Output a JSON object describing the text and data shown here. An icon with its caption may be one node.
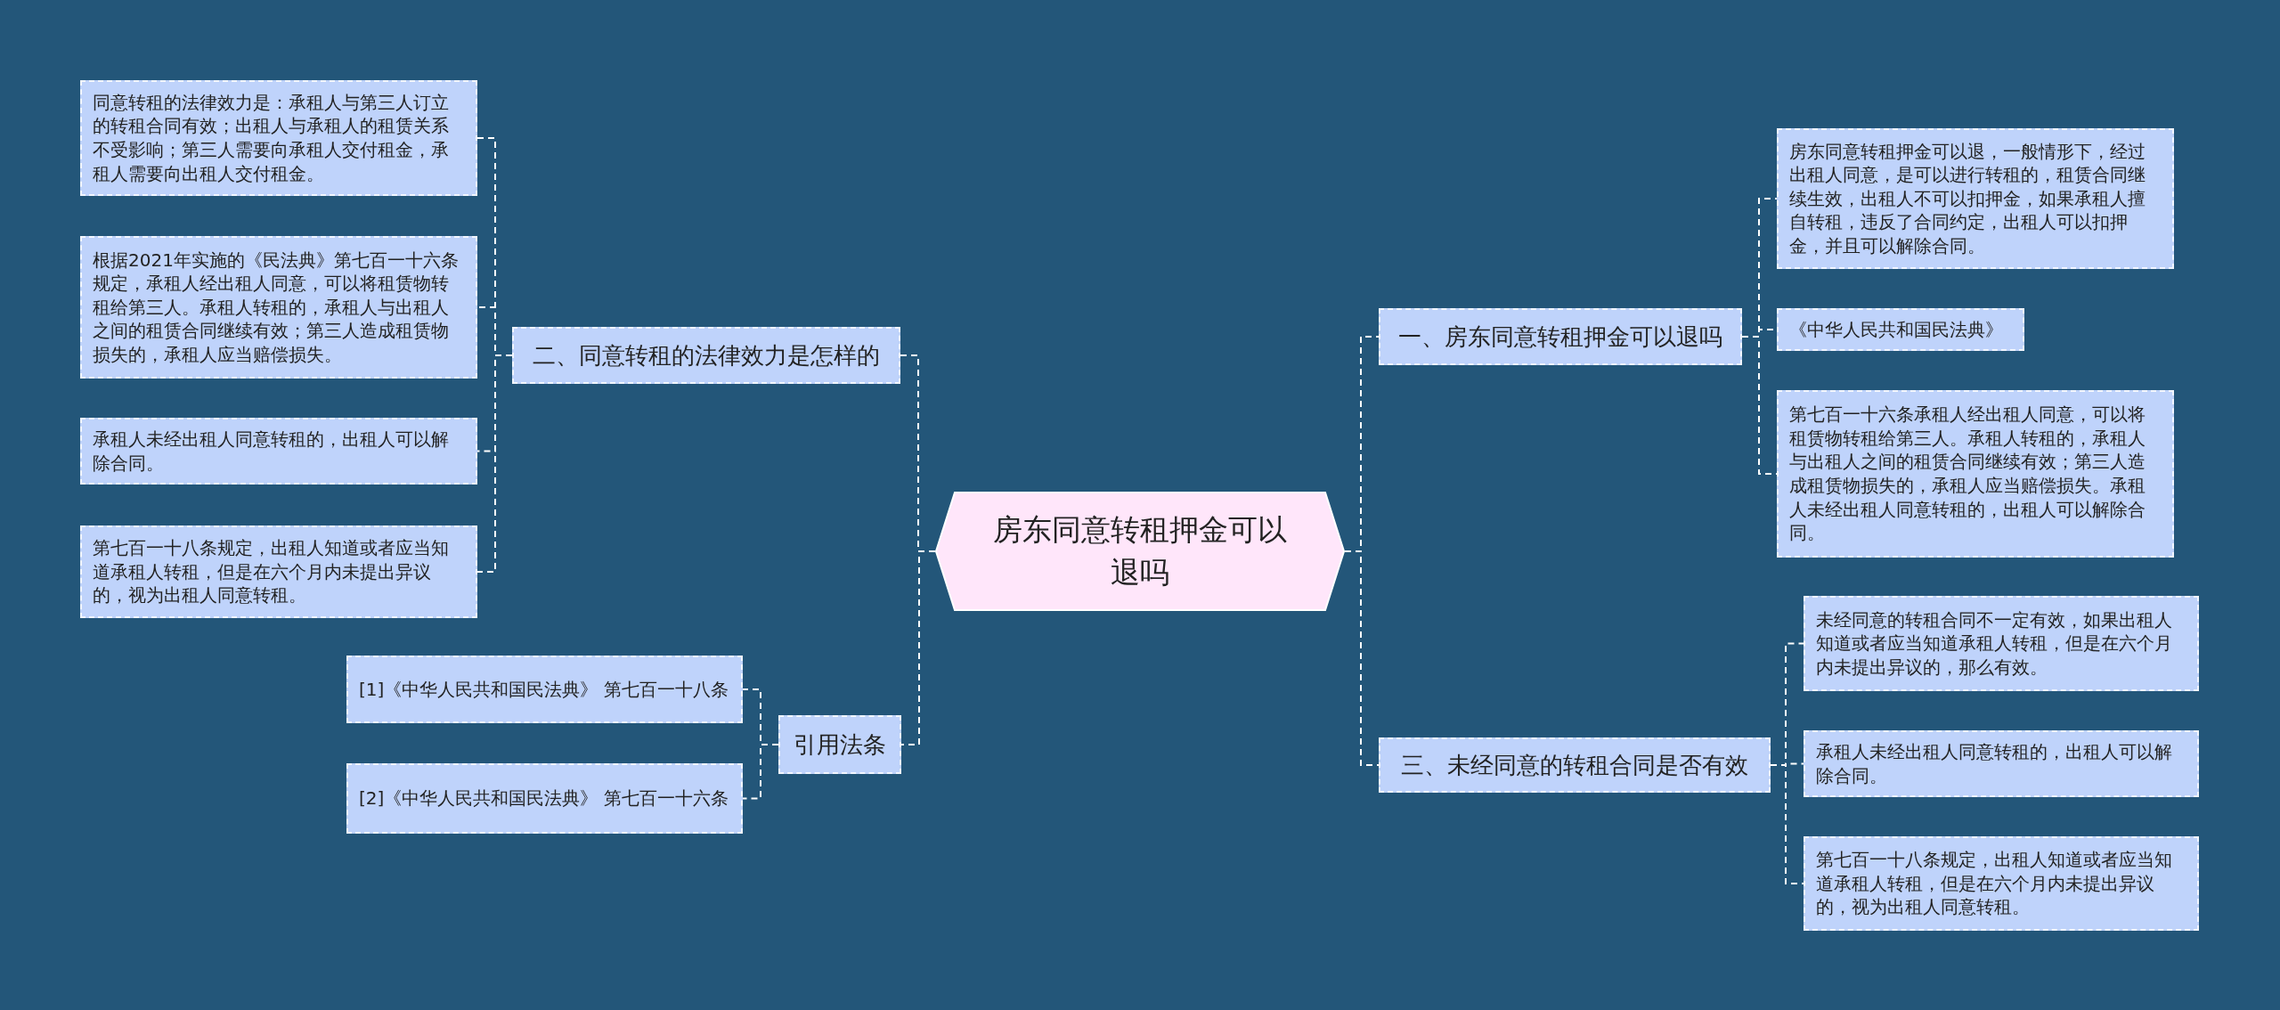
{
  "diagram": {
    "nodes": [
      {
        "text": [
          "房东同意转租押金可以退吗"
        ]
      },
      {
        "text": [
          "一、房东同意转租押金可以退吗"
        ]
      },
      {
        "text": [
          "房东同意转租押金可以退，一般情形下，经过出租人同意，是可以进行转租的，租赁合同继续生效，出租人不可以扣押金，如果承租人擅自转租，违反了合同约定，出租人可以扣押金，并且可以解除合同。"
        ]
      },
      {
        "text": [
          "《中华人民共和国民法典》"
        ]
      },
      {
        "text": [
          "第七百一十六条承租人经出租人同意，可以将租赁物转租给第三人。承租人转租的，承租人与出租人之间的租赁合同继续有效；第三人造成租赁物损失的，承租人应当赔偿损失。承租人未经出租人同意转租的，出租人可以解除合同。"
        ]
      },
      {
        "text": [
          "三、未经同意的转租合同是否有效"
        ]
      },
      {
        "text": [
          "未经同意的转租合同不一定有效，如果出租人知道或者应当知道承租人转租，但是在六个月内未提出异议的，那么有效。"
        ]
      },
      {
        "text": [
          "承租人未经出租人同意转租的，出租人可以解除合同。"
        ]
      },
      {
        "text": [
          "第七百一十八条规定，出租人知道或者应当知道承租人转租，但是在六个月内未提出异议的，视为出租人同意转租。"
        ]
      },
      {
        "text": [
          "二、同意转租的法律效力是怎样的"
        ]
      },
      {
        "text": [
          "同意转租的法律效力是：承租人与第三人订立的转租合同有效；出租人与承租人的租赁关系不受影响；第三人需要向承租人交付租金，承租人需要向出租人交付租金。"
        ]
      },
      {
        "text": [
          "根据2021年实施的《民法典》第七百一十六条规定，承租人经出租人同意，可以将租赁物转租给第三人。承租人转租的，承租人与出租人之间的租赁合同继续有效；第三人造成租赁物损失的，承租人应当赔偿损失。"
        ]
      },
      {
        "text": [
          "承租人未经出租人同意转租的，出租人可以解除合同。"
        ]
      },
      {
        "text": [
          "第七百一十八条规定，出租人知道或者应当知道承租人转租，但是在六个月内未提出异议的，视为出租人同意转租。"
        ]
      },
      {
        "text": [
          "引用法条"
        ]
      },
      {
        "text": [
          "[1]《中华人民共和国民法典》 第七百一十八条"
        ]
      },
      {
        "text": [
          "[2]《中华人民共和国民法典》 第七百一十六条"
        ]
      }
    ],
    "edges": [
      {
        "from": 0,
        "to": 1,
        "arrow": "none"
      },
      {
        "from": 1,
        "to": 2,
        "arrow": "none"
      },
      {
        "from": 1,
        "to": 3,
        "arrow": "none"
      },
      {
        "from": 1,
        "to": 4,
        "arrow": "none"
      },
      {
        "from": 0,
        "to": 5,
        "arrow": "none"
      },
      {
        "from": 5,
        "to": 6,
        "arrow": "none"
      },
      {
        "from": 5,
        "to": 7,
        "arrow": "none"
      },
      {
        "from": 5,
        "to": 8,
        "arrow": "none"
      },
      {
        "from": 0,
        "to": 9,
        "arrow": "none"
      },
      {
        "from": 9,
        "to": 10,
        "arrow": "none"
      },
      {
        "from": 9,
        "to": 11,
        "arrow": "none"
      },
      {
        "from": 9,
        "to": 12,
        "arrow": "none"
      },
      {
        "from": 9,
        "to": 13,
        "arrow": "none"
      },
      {
        "from": 0,
        "to": 14,
        "arrow": "none"
      },
      {
        "from": 14,
        "to": 15,
        "arrow": "none"
      },
      {
        "from": 14,
        "to": 16,
        "arrow": "none"
      }
    ]
  }
}
